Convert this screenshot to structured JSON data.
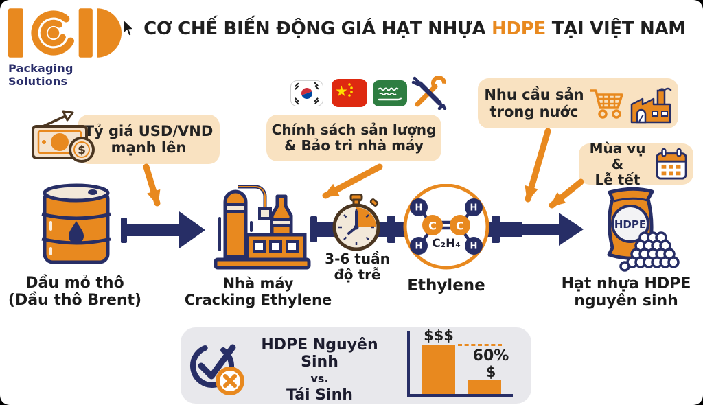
{
  "colors": {
    "orange": "#E8891F",
    "navy": "#272E66",
    "peach": "#F9E2C1",
    "box_gray": "#E8E8EC",
    "cream": "#F2E8D9",
    "title_dark": "#1F1F1F"
  },
  "logo": {
    "brand": "ICD",
    "tagline": "Packaging Solutions"
  },
  "title": {
    "pre": "CƠ CHẾ BIẾN ĐỘNG GIÁ HẠT NHỰA ",
    "highlight": "HDPE",
    "post": " TẠI VIỆT NAM"
  },
  "icons": {
    "dollar": "$"
  },
  "callouts": {
    "exchange": {
      "line1": "Tỷ giá USD/VND",
      "line2": "mạnh lên"
    },
    "policy": {
      "line1": "Chính sách sản lượng",
      "line2": "& Bảo trì nhà máy"
    },
    "demand": {
      "line1": "Nhu cầu sản",
      "line2": "trong nước"
    },
    "season": {
      "line1": "Mùa vụ &",
      "line2": "Lễ tết"
    }
  },
  "flow": {
    "crude": {
      "line1": "Dầu mỏ thô",
      "line2": "(Dầu thô Brent)"
    },
    "plant": {
      "line1": "Nhà máy",
      "line2": "Cracking Ethylene"
    },
    "delay": {
      "line1": "3-6 tuần",
      "line2": "độ trễ"
    },
    "ethylene": {
      "label": "Ethylene",
      "formula": "C₂H₄",
      "c": "C",
      "h": "H"
    },
    "hdpe": {
      "bag": "HDPE",
      "line1": "Hạt nhựa HDPE",
      "line2": "nguyên sinh"
    }
  },
  "comparison": {
    "line1": "HDPE Nguyên Sinh",
    "line2": "vs.",
    "line3": "Tái Sinh",
    "bar_high": "$$$",
    "bar_low": "$",
    "percent": "60%"
  },
  "chart_data": {
    "type": "bar",
    "categories": [
      "HDPE Nguyên Sinh",
      "HDPE Tái Sinh"
    ],
    "values": [
      100,
      60
    ],
    "value_labels": [
      "$$$",
      "$"
    ],
    "annotation": "60%",
    "title": "HDPE Nguyên Sinh vs. Tái Sinh",
    "legend": false,
    "note": "dashed reference line at virgin HDPE price level"
  }
}
